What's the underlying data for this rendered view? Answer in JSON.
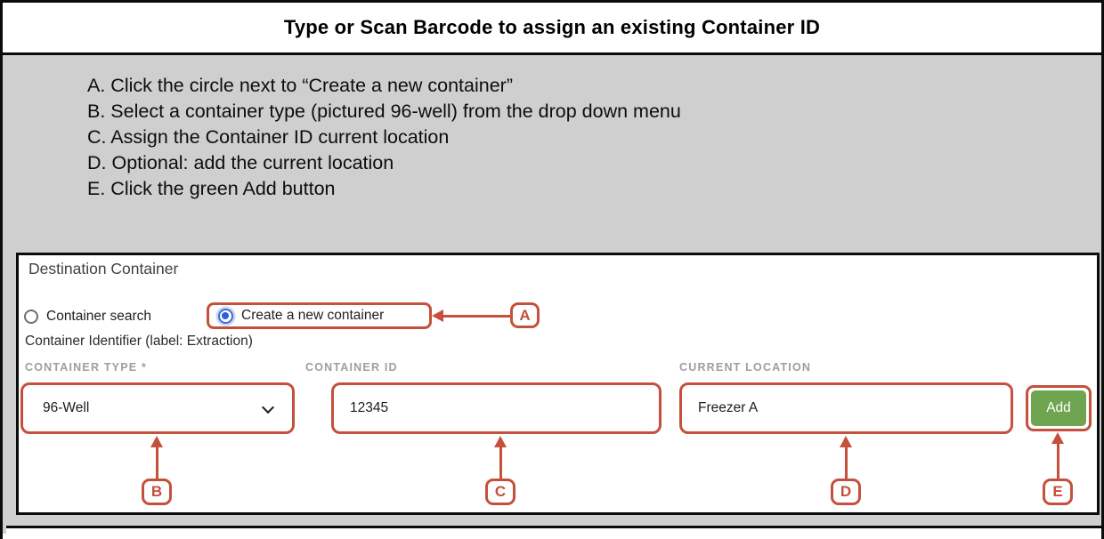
{
  "title": "Type or Scan Barcode to assign an existing Container ID",
  "instructions": {
    "items": [
      "A. Click the circle next to “Create a new container”",
      "B. Select a container type (pictured 96-well) from the drop down menu",
      "C. Assign the Container ID current location",
      "D. Optional: add the current location",
      "E. Click the green Add button"
    ]
  },
  "form": {
    "heading": "Destination Container",
    "radio_container_search": {
      "label": "Container search",
      "selected": false
    },
    "radio_create_new": {
      "label": "Create a new container",
      "selected": true
    },
    "identifier_label": "Container Identifier (label: Extraction)",
    "fields": {
      "container_type": {
        "label": "CONTAINER TYPE *",
        "value": "96-Well"
      },
      "container_id": {
        "label": "CONTAINER ID",
        "value": "12345"
      },
      "current_location": {
        "label": "CURRENT LOCATION",
        "value": "Freezer A"
      }
    },
    "add_button_label": "Add"
  },
  "annotations": {
    "labels": {
      "a": "A",
      "b": "B",
      "c": "C",
      "d": "D",
      "e": "E"
    }
  },
  "colors": {
    "accent_red": "#c5503c",
    "button_green": "#6fa550",
    "radio_blue": "#2f5ed6",
    "section_gray": "#cfcfcf",
    "field_label_gray": "#9e9e9e"
  }
}
